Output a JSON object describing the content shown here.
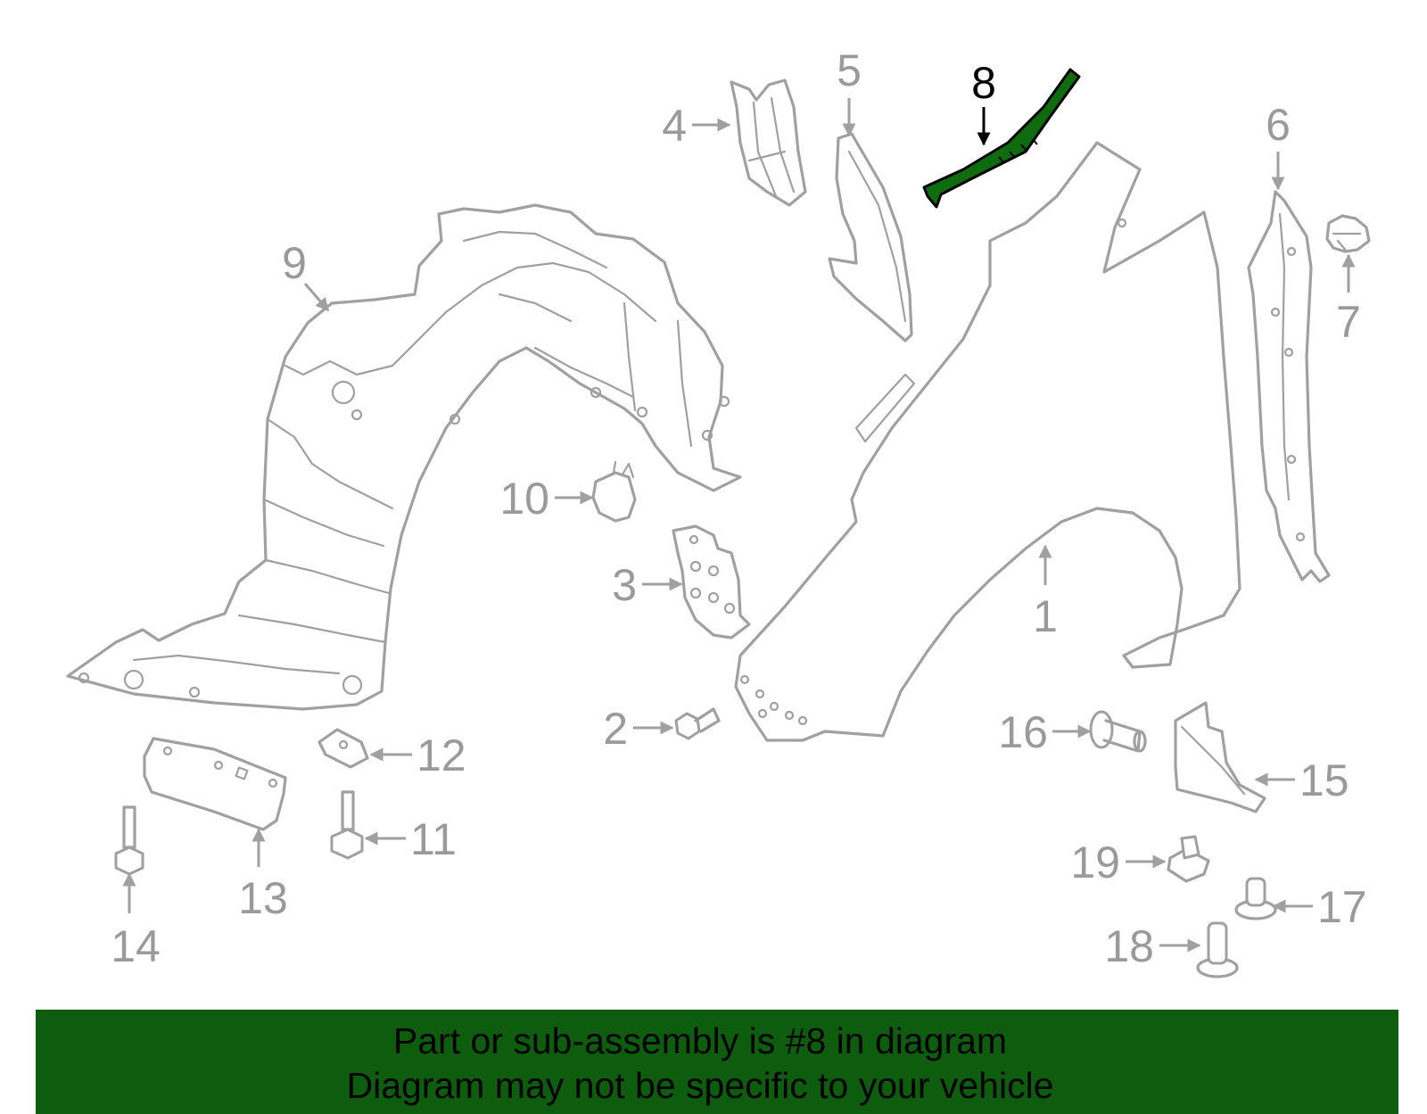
{
  "diagram": {
    "highlight_color": "#0e6b0e",
    "highlighted_part": "8",
    "callouts": [
      {
        "id": "p1",
        "label": "1"
      },
      {
        "id": "p2",
        "label": "2"
      },
      {
        "id": "p3",
        "label": "3"
      },
      {
        "id": "p4",
        "label": "4"
      },
      {
        "id": "p5",
        "label": "5"
      },
      {
        "id": "p6",
        "label": "6"
      },
      {
        "id": "p7",
        "label": "7"
      },
      {
        "id": "p8",
        "label": "8"
      },
      {
        "id": "p9",
        "label": "9"
      },
      {
        "id": "p10",
        "label": "10"
      },
      {
        "id": "p11",
        "label": "11"
      },
      {
        "id": "p12",
        "label": "12"
      },
      {
        "id": "p13",
        "label": "13"
      },
      {
        "id": "p14",
        "label": "14"
      },
      {
        "id": "p15",
        "label": "15"
      },
      {
        "id": "p16",
        "label": "16"
      },
      {
        "id": "p17",
        "label": "17"
      },
      {
        "id": "p18",
        "label": "18"
      },
      {
        "id": "p19",
        "label": "19"
      }
    ]
  },
  "banner": {
    "background_color": "#0e5c0e",
    "line1": "Part or sub-assembly is #8 in diagram",
    "line2": "Diagram may not be specific to your vehicle"
  }
}
